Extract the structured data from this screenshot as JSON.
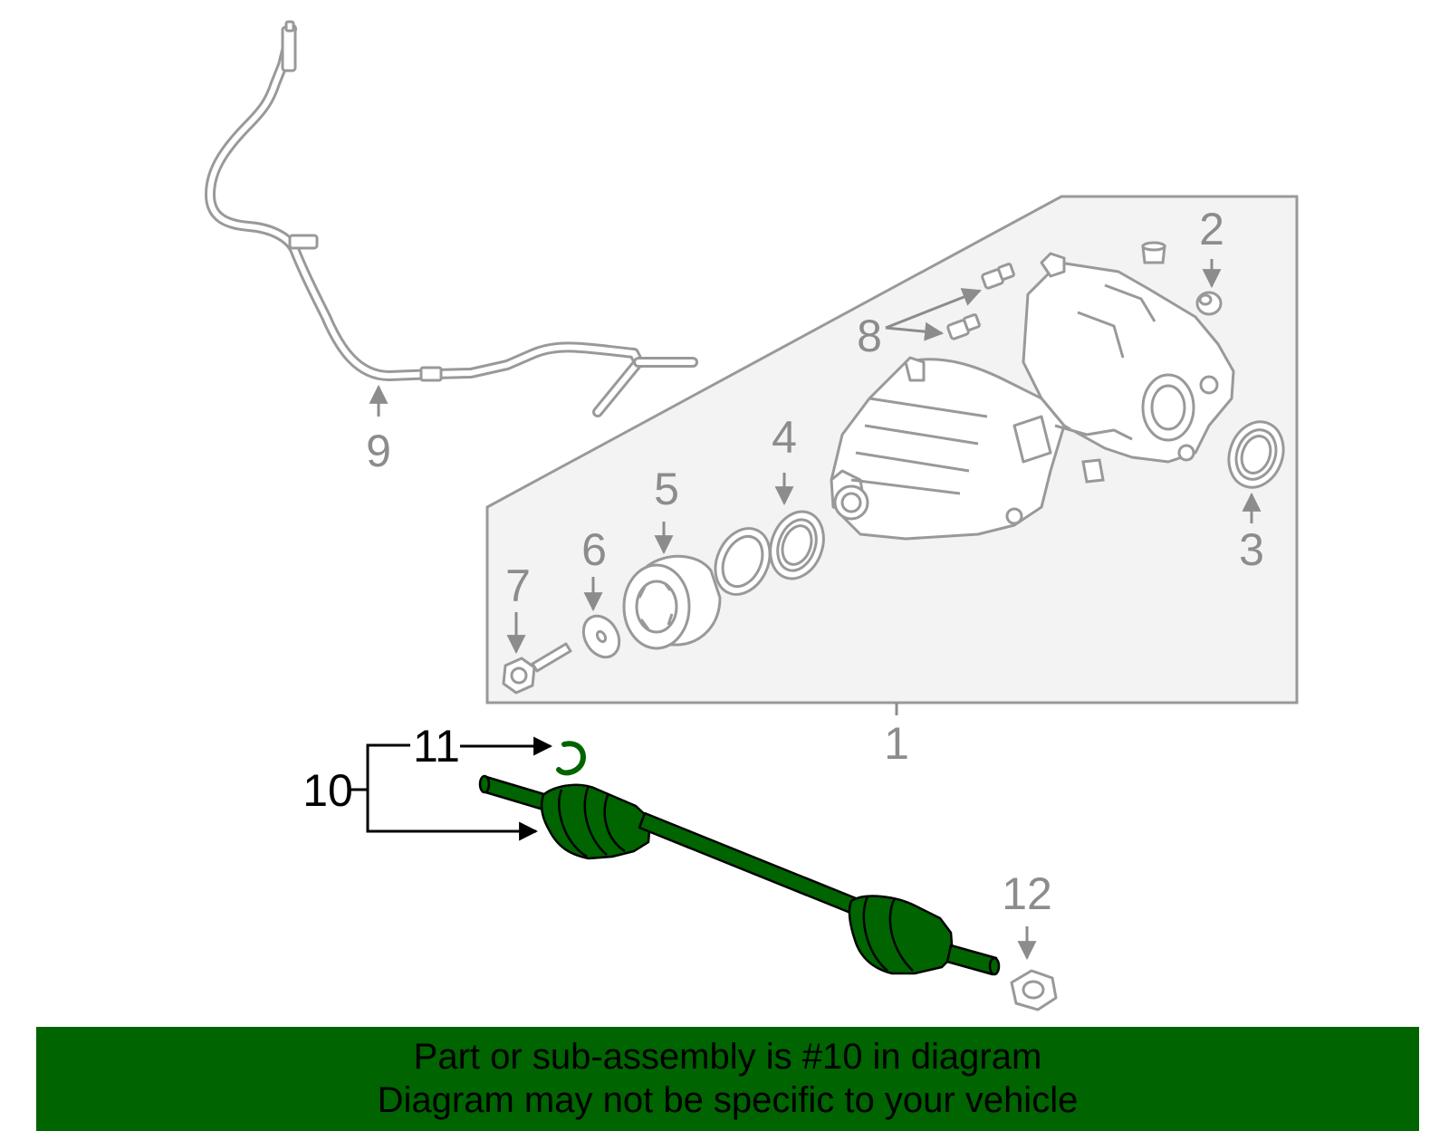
{
  "callouts": {
    "c1": "1",
    "c2": "2",
    "c3": "3",
    "c4": "4",
    "c5": "5",
    "c6": "6",
    "c7": "7",
    "c8": "8",
    "c9": "9",
    "c10": "10",
    "c11": "11",
    "c12": "12"
  },
  "banner": {
    "line1": "Part or sub-assembly is #10 in diagram",
    "line2": "Diagram may not be specific to your vehicle"
  },
  "colors": {
    "highlight_part": "#006400",
    "banner_background": "#006400",
    "callout_grey": "#8c8c8c",
    "drawing_grey": "#999999",
    "panel_fill": "#f3f3f3"
  }
}
